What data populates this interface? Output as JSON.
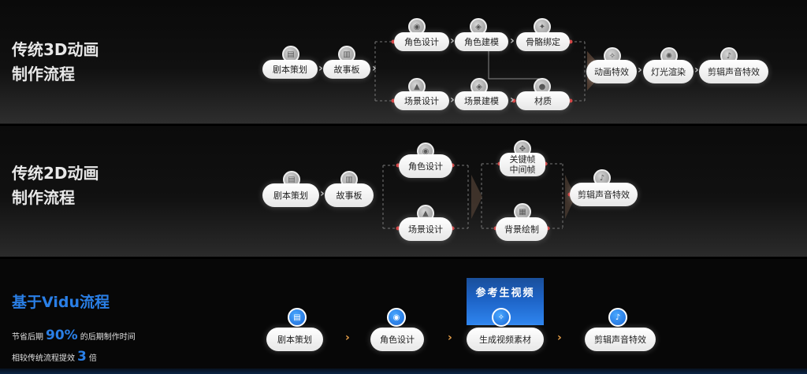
{
  "sections": {
    "traditional_3d": {
      "title_line1": "传统3D动画",
      "title_line2": "制作流程",
      "nodes": {
        "script": "剧本策划",
        "storyboard": "故事板",
        "character_design": "角色设计",
        "character_model": "角色建模",
        "rigging": "骨骼绑定",
        "scene_design": "场景设计",
        "scene_model": "场景建模",
        "material": "材质",
        "vfx": "动画特效",
        "lighting": "灯光渲染",
        "editing": "剪辑声音特效"
      }
    },
    "traditional_2d": {
      "title_line1": "传统2D动画",
      "title_line2": "制作流程",
      "nodes": {
        "script": "剧本策划",
        "storyboard": "故事板",
        "character_design": "角色设计",
        "scene_design": "场景设计",
        "keyframe_line1": "关键帧",
        "keyframe_line2": "中间帧",
        "background": "背景绘制",
        "editing": "剪辑声音特效"
      }
    },
    "vidu": {
      "title": "基于Vidu流程",
      "stat1_prefix": "节省后期",
      "stat1_value": "90%",
      "stat1_suffix": "的后期制作时间",
      "stat2_prefix": "相较传统流程提效",
      "stat2_value": "3",
      "stat2_suffix": "倍",
      "reference_label": "参考生视频",
      "nodes": {
        "script": "剧本策划",
        "character_design": "角色设计",
        "generate": "生成视频素材",
        "editing": "剪辑声音特效"
      }
    }
  },
  "colors": {
    "accent_blue": "#2a7fe6",
    "arrow_orange": "#e8a04a",
    "node_dot": "#d23c3c"
  },
  "icons": [
    "book-icon",
    "storyboard-icon",
    "person-icon",
    "cube-icon",
    "bone-icon",
    "landscape-icon",
    "material-icon",
    "sparkle-icon",
    "light-icon",
    "microphone-icon",
    "keyframe-icon"
  ]
}
